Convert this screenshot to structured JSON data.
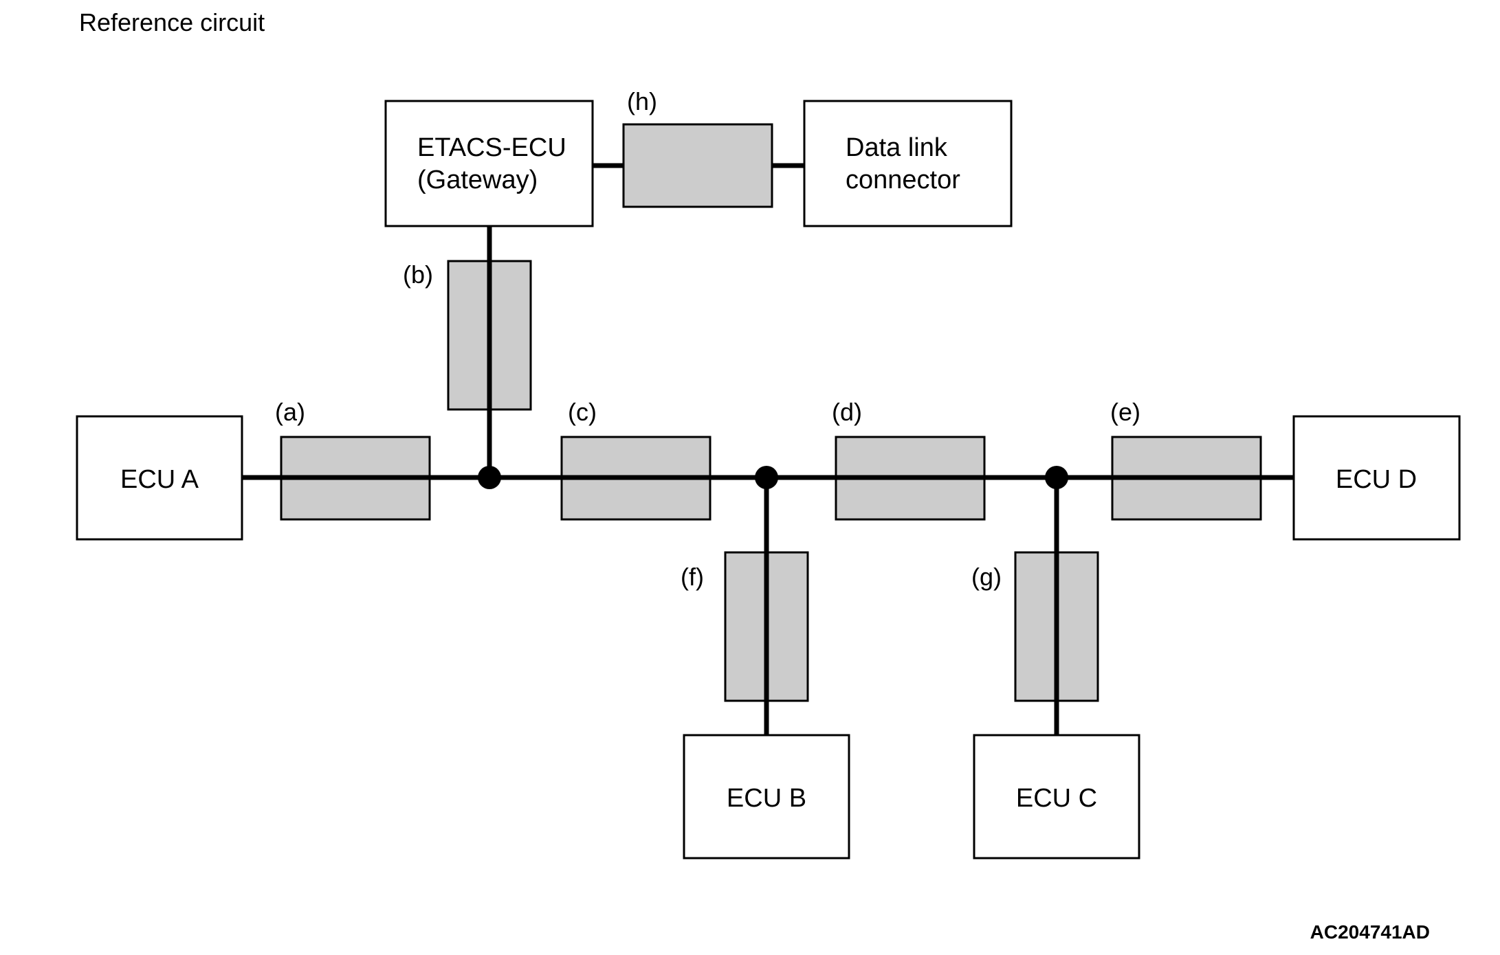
{
  "title": "Reference circuit",
  "figure_code": "AC204741AD",
  "colors": {
    "line": "#000000",
    "segment_fill": "#cccccc",
    "box_fill": "#ffffff",
    "background": "#ffffff"
  },
  "boxes": {
    "etacs": {
      "line1": "ETACS-ECU",
      "line2": "(Gateway)"
    },
    "dlc": {
      "line1": "Data link",
      "line2": "connector"
    },
    "ecu_a": {
      "label": "ECU A"
    },
    "ecu_b": {
      "label": "ECU B"
    },
    "ecu_c": {
      "label": "ECU C"
    },
    "ecu_d": {
      "label": "ECU D"
    }
  },
  "segments": {
    "a": "(a)",
    "b": "(b)",
    "c": "(c)",
    "d": "(d)",
    "e": "(e)",
    "f": "(f)",
    "g": "(g)",
    "h": "(h)"
  }
}
